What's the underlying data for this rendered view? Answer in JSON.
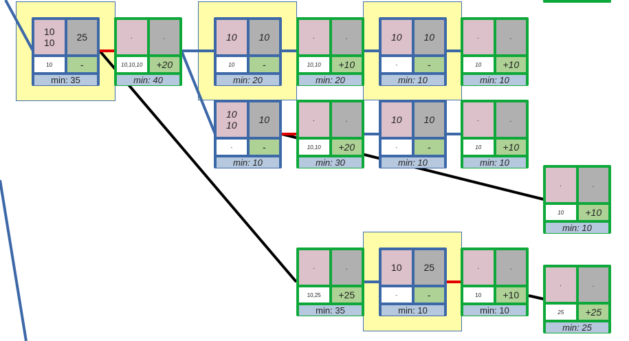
{
  "colors": {
    "blue_border": "#3d68a8",
    "green_border": "#0ea83a",
    "pink": "#dcc0ca",
    "gray": "#b0b0b0",
    "light_green": "#aed196",
    "min_bg": "#b6c8de",
    "highlight_bg": "#fffda8",
    "edge_red": "#e00000",
    "edge_black": "#000000"
  },
  "nodes": [
    {
      "id": "n1",
      "kind": "blue",
      "italic": false,
      "pink": "10\n10",
      "gray": "25",
      "white": "10",
      "green": "-",
      "min": "min: 35"
    },
    {
      "id": "n2",
      "kind": "green",
      "italic": true,
      "pink": ".",
      "gray": ".",
      "white": "10,10,10",
      "green": "+20",
      "min": "min: 40"
    },
    {
      "id": "n3",
      "kind": "blue",
      "italic": true,
      "pink": "10",
      "gray": "10",
      "white": "10",
      "green": "-",
      "min": "min: 20"
    },
    {
      "id": "n4",
      "kind": "green",
      "italic": true,
      "pink": ".",
      "gray": ".",
      "white": "10,10",
      "green": "+10",
      "min": "min: 20"
    },
    {
      "id": "n5",
      "kind": "blue",
      "italic": true,
      "pink": "10",
      "gray": "10",
      "white": "-",
      "green": "-",
      "min": "min: 10"
    },
    {
      "id": "n6",
      "kind": "green",
      "italic": true,
      "pink": ".",
      "gray": ".",
      "white": "10",
      "green": "+10",
      "min": "min: 10"
    },
    {
      "id": "n7",
      "kind": "blue",
      "italic": true,
      "pink": "10\n10",
      "gray": "10",
      "white": "-",
      "green": "-",
      "min": "min: 10"
    },
    {
      "id": "n8",
      "kind": "green",
      "italic": true,
      "pink": ".",
      "gray": ".",
      "white": "10,10",
      "green": "+20",
      "min": "min: 30"
    },
    {
      "id": "n9",
      "kind": "blue",
      "italic": true,
      "pink": "10",
      "gray": "10",
      "white": "-",
      "green": "-",
      "min": "min: 10"
    },
    {
      "id": "n10",
      "kind": "green",
      "italic": true,
      "pink": ".",
      "gray": ".",
      "white": "10",
      "green": "+10",
      "min": "min: 10"
    },
    {
      "id": "n11",
      "kind": "green",
      "italic": true,
      "pink": ".",
      "gray": ".",
      "white": "10",
      "green": "+10",
      "min": "min: 10"
    },
    {
      "id": "n12",
      "kind": "green",
      "italic": false,
      "pink": ".",
      "gray": ".",
      "white": "10,25",
      "green": "+25",
      "min": "min: 35"
    },
    {
      "id": "n13",
      "kind": "blue",
      "italic": false,
      "pink": "10",
      "gray": "25",
      "white": "-",
      "green": "-",
      "min": "min: 10"
    },
    {
      "id": "n14",
      "kind": "green",
      "italic": false,
      "pink": ".",
      "gray": ".",
      "white": "10",
      "green": "+10",
      "min": "min: 10"
    },
    {
      "id": "n15",
      "kind": "green",
      "italic": true,
      "pink": ".",
      "gray": ".",
      "white": "25",
      "green": "+25",
      "min": "min: 25"
    }
  ]
}
